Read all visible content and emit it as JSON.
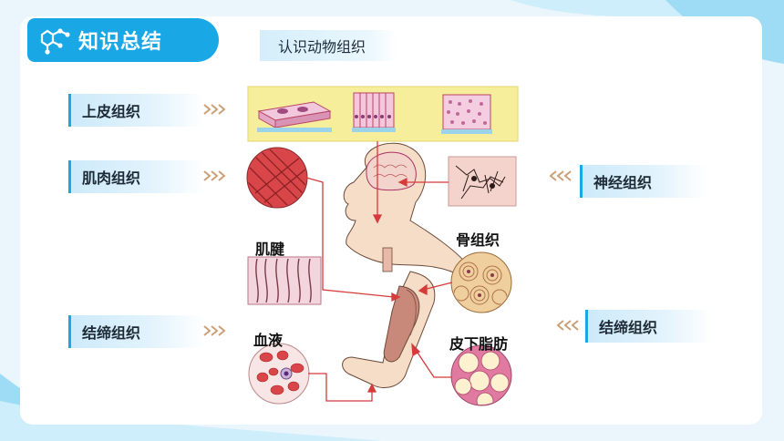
{
  "header": {
    "title": "知识总结",
    "icon": "molecule-hexagon-icon"
  },
  "subtitle": "认识动物组织",
  "left_labels": [
    "上皮组织",
    "肌肉组织",
    "结缔组织"
  ],
  "right_labels": [
    "神经组织",
    "结缔组织"
  ],
  "figure_labels": {
    "tendon": "肌腱",
    "blood": "血液",
    "bone": "骨组织",
    "fat": "皮下脂肪"
  },
  "colors": {
    "accent": "#1aa7e6",
    "label_bg": "#cdeafa",
    "epithelium_panel": "#f7ee9c",
    "arrow_red": "#d63a3a",
    "background": "#eaf6fc"
  }
}
